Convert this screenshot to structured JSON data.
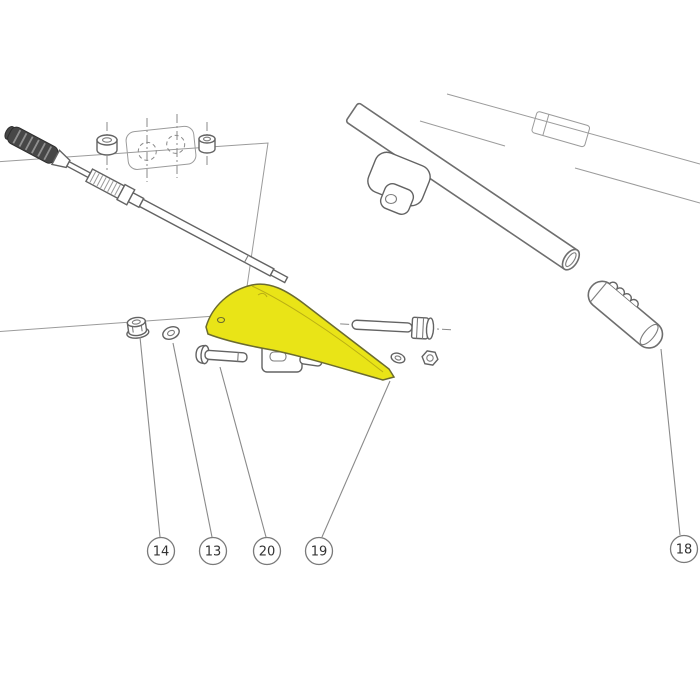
{
  "diagram": {
    "background": "#ffffff",
    "line_color": "#7d7d7d",
    "highlight_color": "#e9e417",
    "callouts": [
      {
        "id": "14",
        "label": "14"
      },
      {
        "id": "13",
        "label": "13"
      },
      {
        "id": "20",
        "label": "20"
      },
      {
        "id": "19",
        "label": "19"
      },
      {
        "id": "18",
        "label": "18"
      }
    ]
  }
}
